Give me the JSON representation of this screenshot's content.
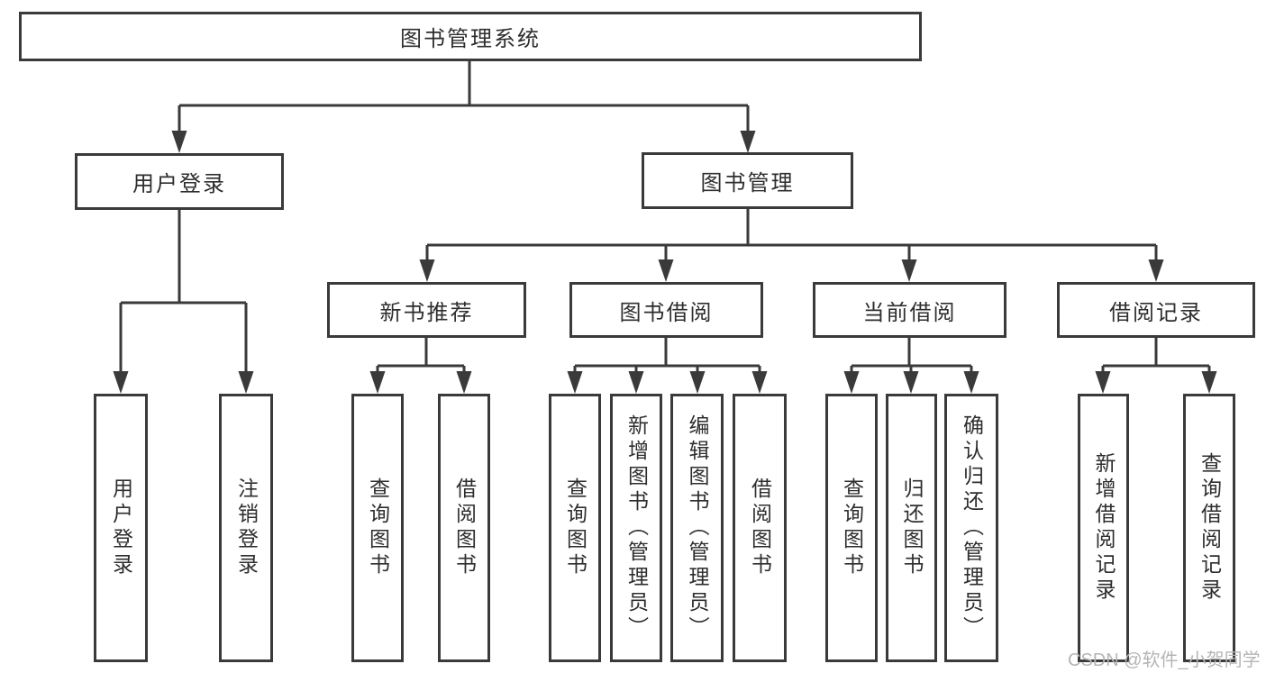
{
  "root": {
    "label": "图书管理系统"
  },
  "user_login": {
    "label": "用户登录",
    "children": {
      "login": "用户登录",
      "logout": "注销登录"
    }
  },
  "book_mgmt": {
    "label": "图书管理"
  },
  "new_books": {
    "label": "新书推荐",
    "children": {
      "query": "查询图书",
      "borrow": "借阅图书"
    }
  },
  "book_borrow": {
    "label": "图书借阅",
    "children": {
      "query": "查询图书",
      "add": "新增图书（管理员）",
      "edit": "编辑图书（管理员）",
      "borrow": "借阅图书"
    }
  },
  "current_borrow": {
    "label": "当前借阅",
    "children": {
      "query": "查询图书",
      "return": "归还图书",
      "confirm": "确认归还（管理员）"
    }
  },
  "borrow_records": {
    "label": "借阅记录",
    "children": {
      "add": "新增借阅记录",
      "query": "查询借阅记录"
    }
  },
  "watermark": "CSDN @软件_小贺同学"
}
